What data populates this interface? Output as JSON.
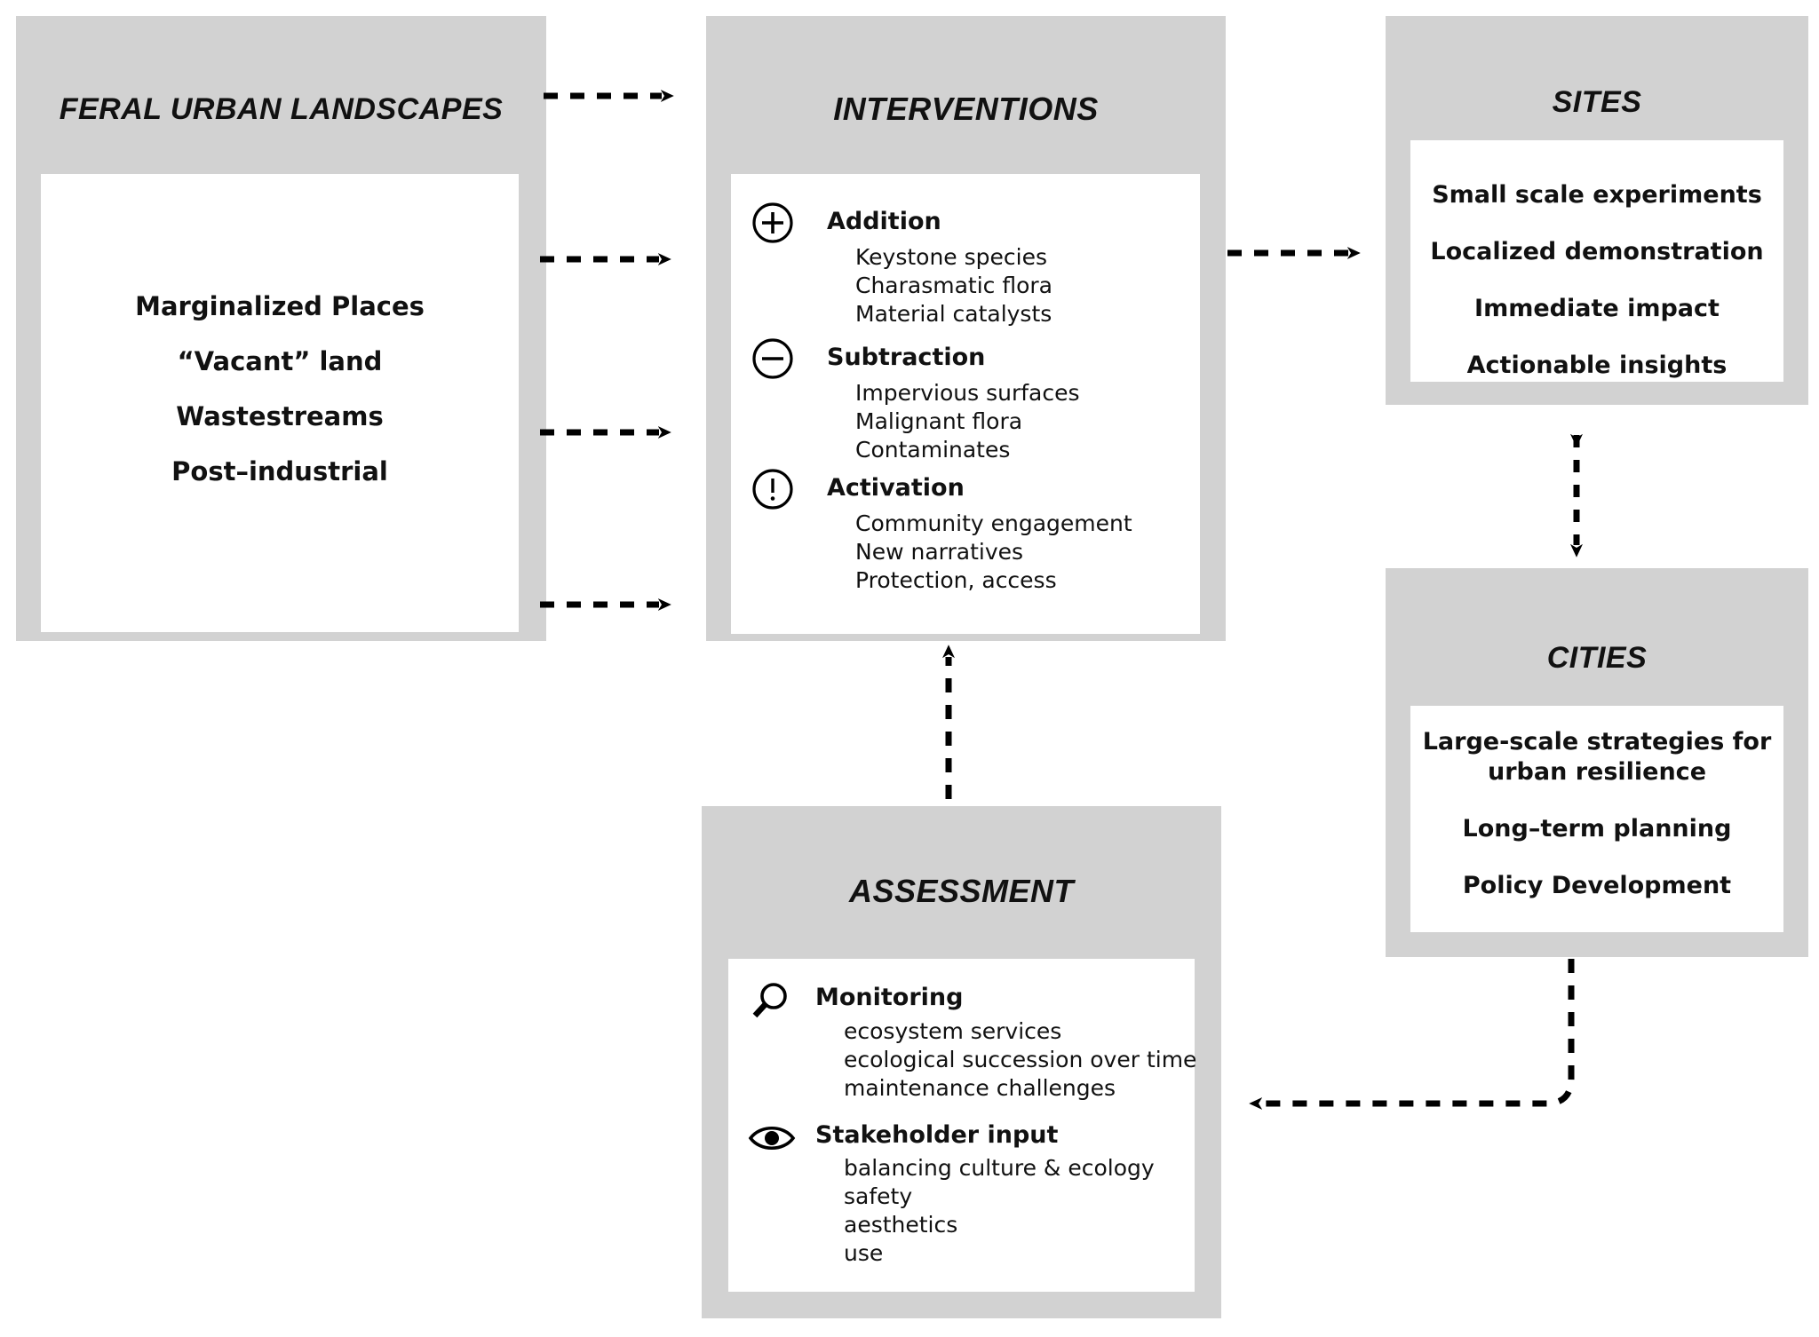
{
  "diagram": {
    "title_color": "#111111",
    "panel_color": "#d2d2d2",
    "inner_color": "#ffffff",
    "arrow_color": "#000000"
  },
  "feral": {
    "title": "FERAL URBAN LANDSCAPES",
    "items": [
      "Marginalized Places",
      "“Vacant” land",
      "Wastestreams",
      "Post–industrial"
    ]
  },
  "interventions": {
    "title": "INTERVENTIONS",
    "groups": [
      {
        "icon": "plus-circle-icon",
        "heading": "Addition",
        "items": [
          "Keystone species",
          "Charasmatic flora",
          "Material catalysts"
        ]
      },
      {
        "icon": "minus-circle-icon",
        "heading": "Subtraction",
        "items": [
          "Impervious surfaces",
          "Malignant flora",
          "Contaminates"
        ]
      },
      {
        "icon": "exclamation-circle-icon",
        "heading": "Activation",
        "items": [
          "Community engagement",
          "New narratives",
          "Protection, access"
        ]
      }
    ]
  },
  "sites": {
    "title": "SITES",
    "items": [
      "Small scale experiments",
      "Localized demonstration",
      "Immediate impact",
      "Actionable insights"
    ]
  },
  "cities": {
    "title": "CITIES",
    "items": [
      "Large-scale strategies for\nurban resilience",
      "Long–term planning",
      "Policy Development"
    ],
    "line1a": "Large-scale strategies for",
    "line1b": "urban resilience",
    "line2": "Long–term planning",
    "line3": "Policy Development"
  },
  "assessment": {
    "title": "ASSESSMENT",
    "groups": [
      {
        "icon": "magnifier-icon",
        "heading": "Monitoring",
        "items": [
          "ecosystem services",
          "ecological succession over time",
          "maintenance challenges"
        ]
      },
      {
        "icon": "eye-icon",
        "heading": "Stakeholder input",
        "items": [
          "balancing culture & ecology",
          "safety",
          "aesthetics",
          "use"
        ]
      }
    ]
  },
  "connections": [
    {
      "name": "feral-to-interventions-1",
      "style": "dashed-arrow-right"
    },
    {
      "name": "feral-to-interventions-2",
      "style": "dashed-arrow-right"
    },
    {
      "name": "feral-to-interventions-3",
      "style": "dashed-arrow-right"
    },
    {
      "name": "feral-to-interventions-4",
      "style": "dashed-arrow-right"
    },
    {
      "name": "interventions-to-sites",
      "style": "dashed-arrow-right"
    },
    {
      "name": "sites-cities-bidirectional",
      "style": "dashed-arrow-both-vertical"
    },
    {
      "name": "cities-to-assessment",
      "style": "dashed-arrow-elbow-left"
    },
    {
      "name": "assessment-to-interventions",
      "style": "dashed-arrow-up"
    }
  ]
}
